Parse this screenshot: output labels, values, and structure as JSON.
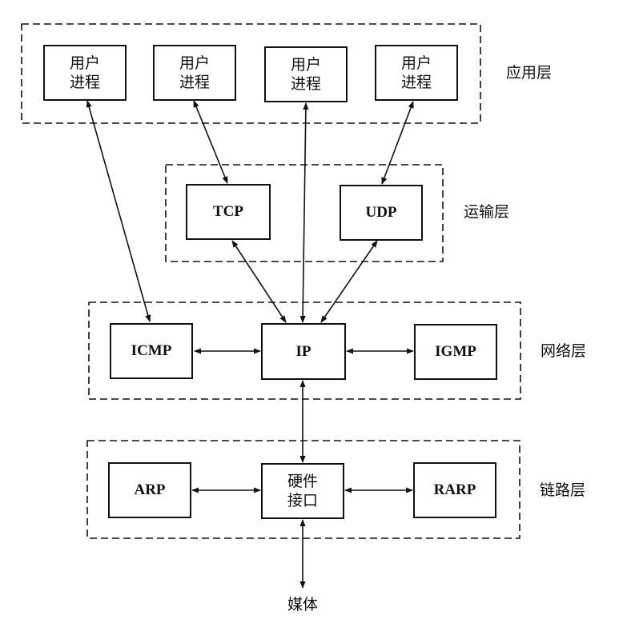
{
  "layers": {
    "application": "应用层",
    "transport": "运输层",
    "network": "网络层",
    "link": "链路层"
  },
  "user_process": {
    "line1": "用户",
    "line2": "进程"
  },
  "protocols": {
    "tcp": "TCP",
    "udp": "UDP",
    "icmp": "ICMP",
    "ip": "IP",
    "igmp": "IGMP",
    "arp": "ARP",
    "rarp": "RARP"
  },
  "hardware_interface": {
    "line1": "硬件",
    "line2": "接口"
  },
  "media": "媒体",
  "colors": {
    "stroke": "#111111",
    "background": "#ffffff"
  }
}
